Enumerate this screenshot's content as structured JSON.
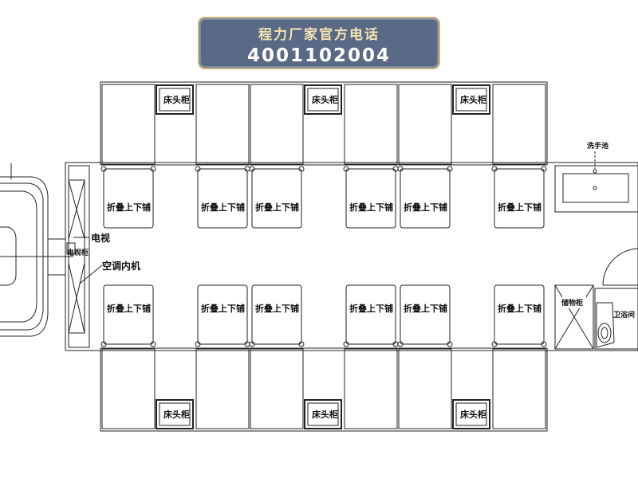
{
  "banner": {
    "title": "程力厂家官方电话",
    "phone": "4001102004"
  },
  "labels": {
    "bedside_cabinet": "床头柜",
    "folding_bunk": "折叠上下铺",
    "tv": "电视",
    "tv_cabinet": "电视柜",
    "ac_indoor_unit": "空调内机",
    "wash_basin": "洗手池",
    "storage_cabinet": "储物柜",
    "bathroom": "卫浴间"
  },
  "colors": {
    "banner_bg": "#5a6a86",
    "banner_border": "#c9b27a",
    "line": "#222222"
  }
}
